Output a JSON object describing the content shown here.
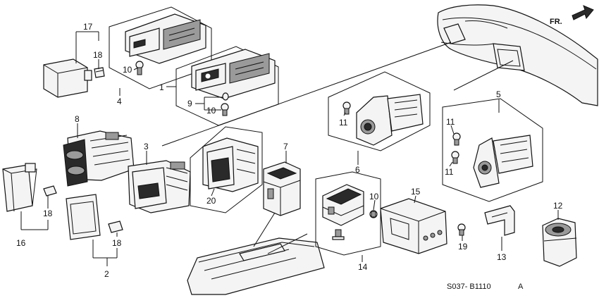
{
  "diagram": {
    "fr_label": "FR.",
    "footer_code": "S037- B1110",
    "footer_rev": "A",
    "callouts": {
      "n1": "1",
      "n2": "2",
      "n3": "3",
      "n4": "4",
      "n5": "5",
      "n6": "6",
      "n7": "7",
      "n8": "8",
      "n9": "9",
      "n10a": "10",
      "n10b": "10",
      "n10c": "10",
      "n11a": "11",
      "n11b": "11",
      "n11c": "11",
      "n12": "12",
      "n13": "13",
      "n14": "14",
      "n15": "15",
      "n16": "16",
      "n17": "17",
      "n18a": "18",
      "n18b": "18",
      "n18c": "18",
      "n19": "19",
      "n20": "20"
    }
  }
}
